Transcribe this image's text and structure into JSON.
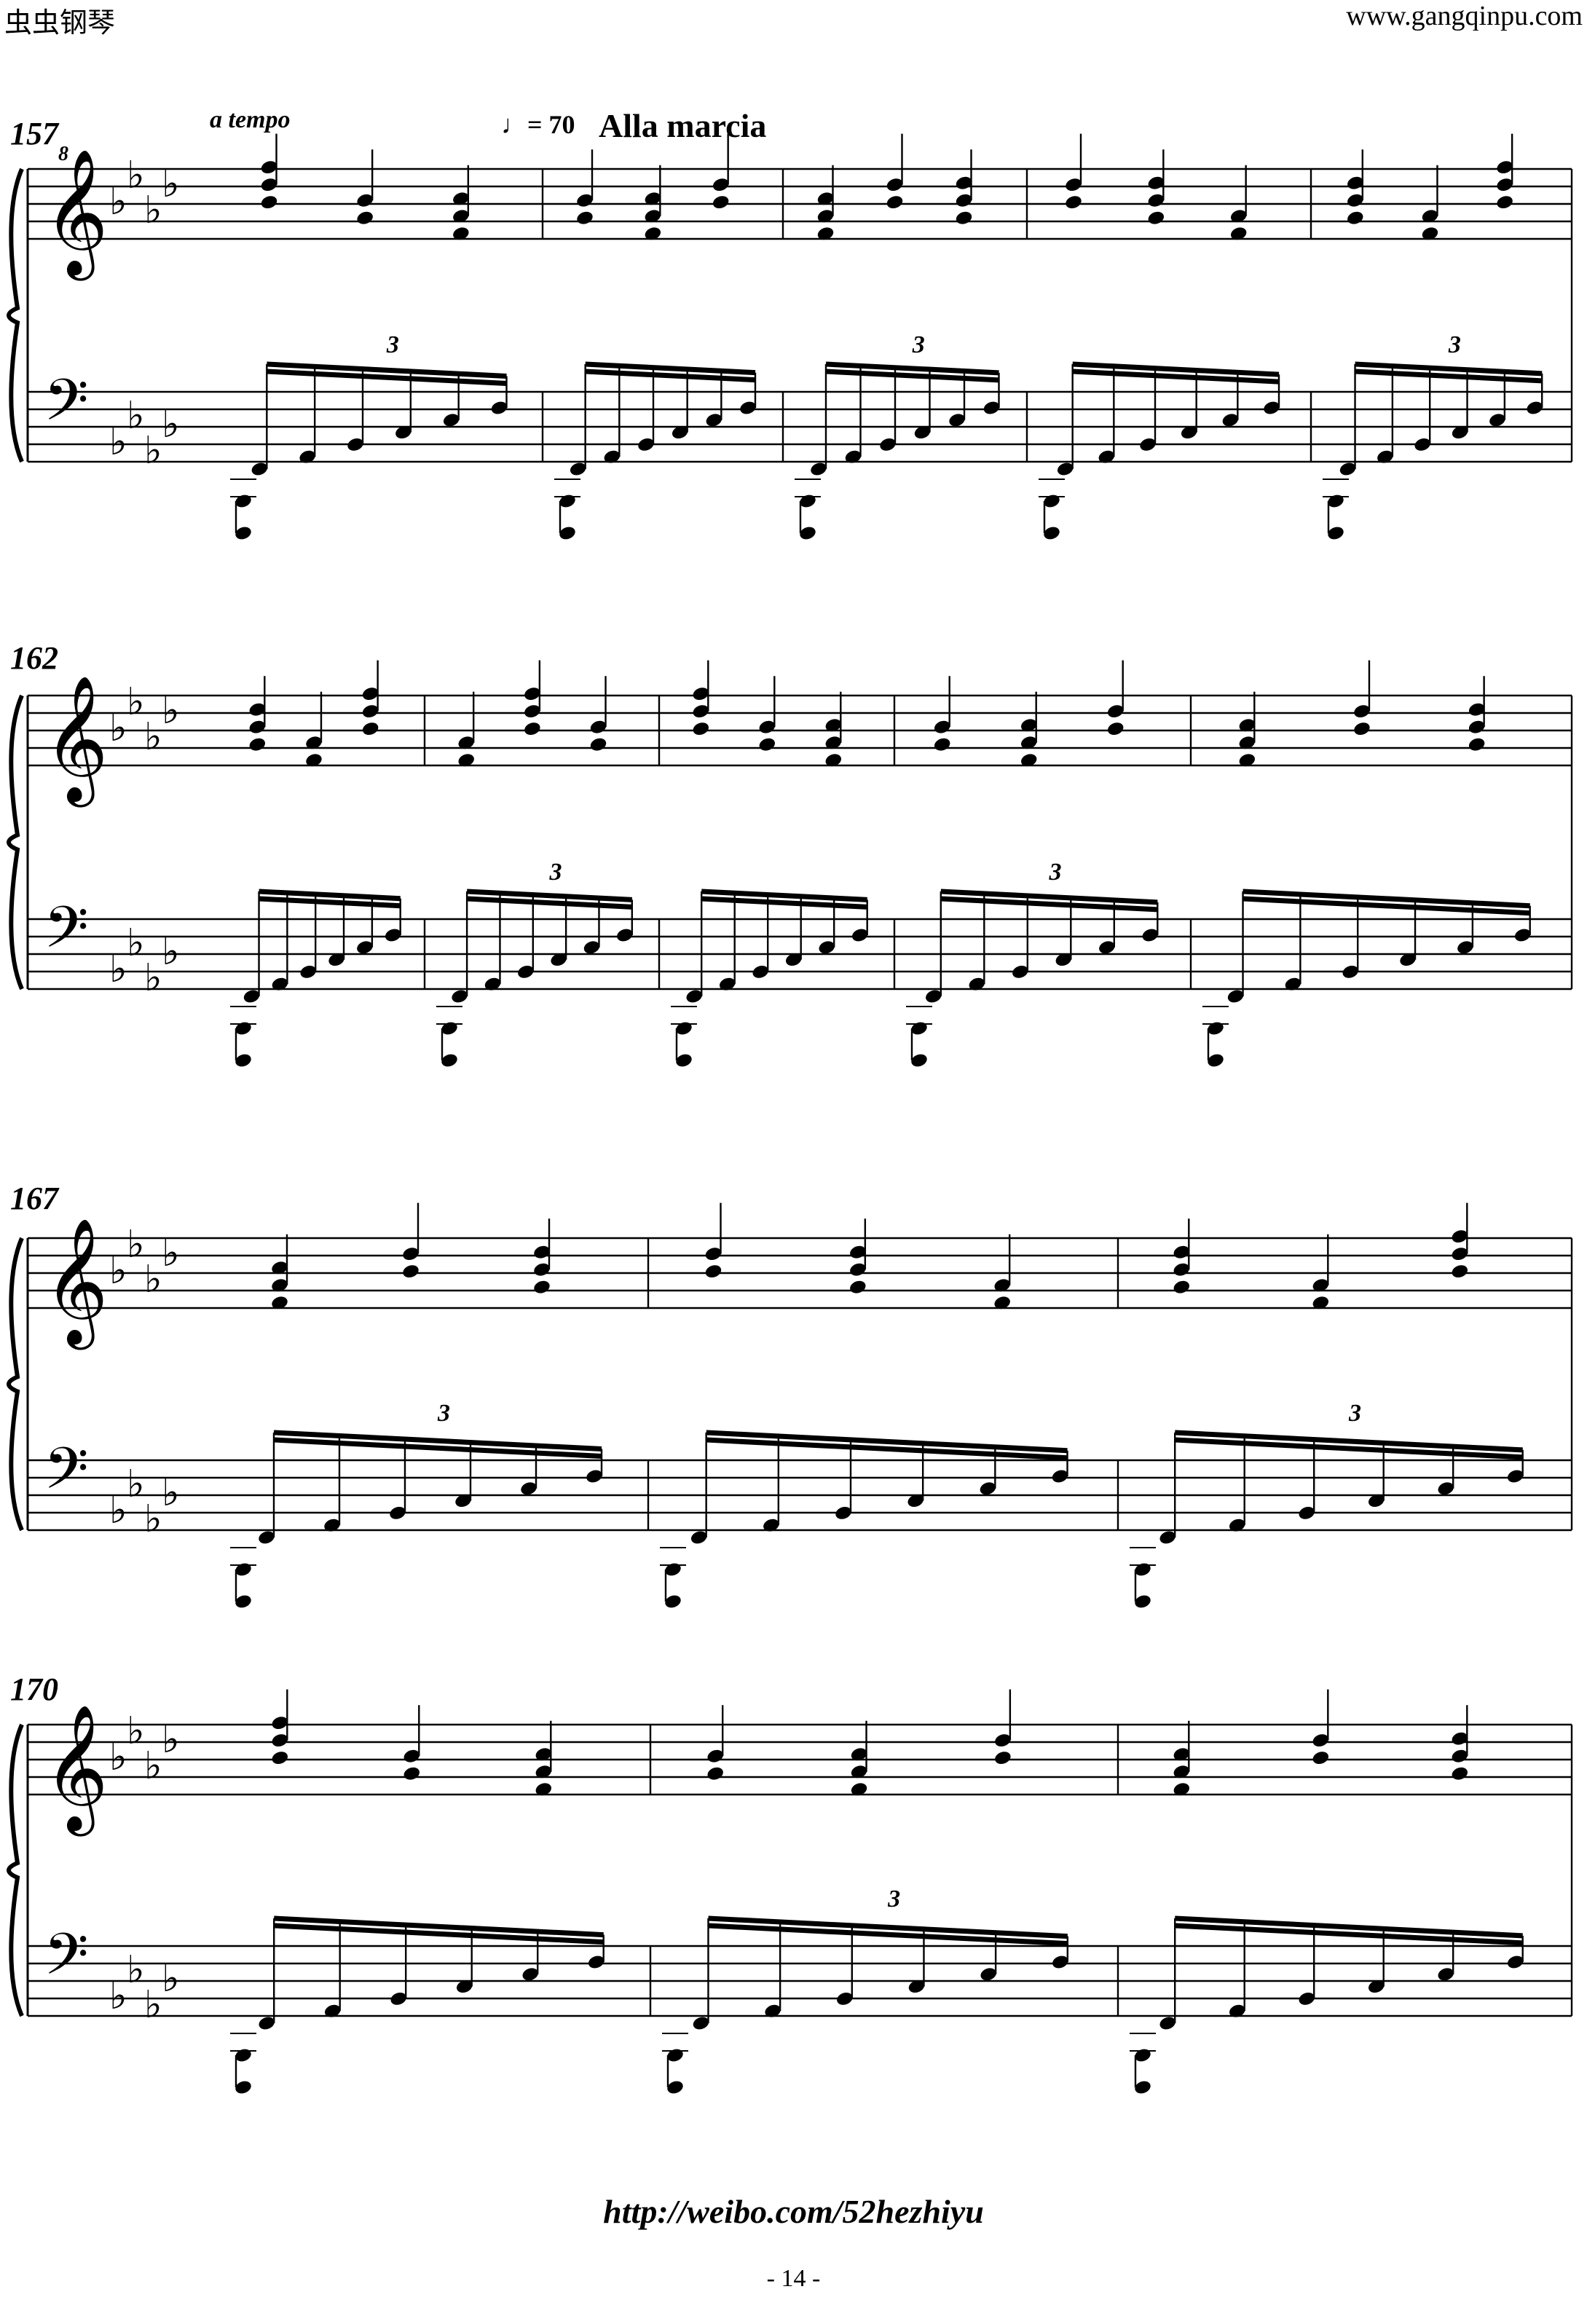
{
  "header": {
    "left": "虫虫钢琴",
    "right": "www.gangqinpu.com"
  },
  "systems": [
    {
      "measure_number": "157",
      "tempo_text": "a tempo",
      "tempo_mark": "♩= 70",
      "style_text": "Alla marcia",
      "octave_mark": "8"
    },
    {
      "measure_number": "162"
    },
    {
      "measure_number": "167"
    },
    {
      "measure_number": "170"
    }
  ],
  "tuplet_label": "3",
  "footer": {
    "link": "http://weibo.com/52hezhiyu",
    "page": "- 14 -"
  }
}
